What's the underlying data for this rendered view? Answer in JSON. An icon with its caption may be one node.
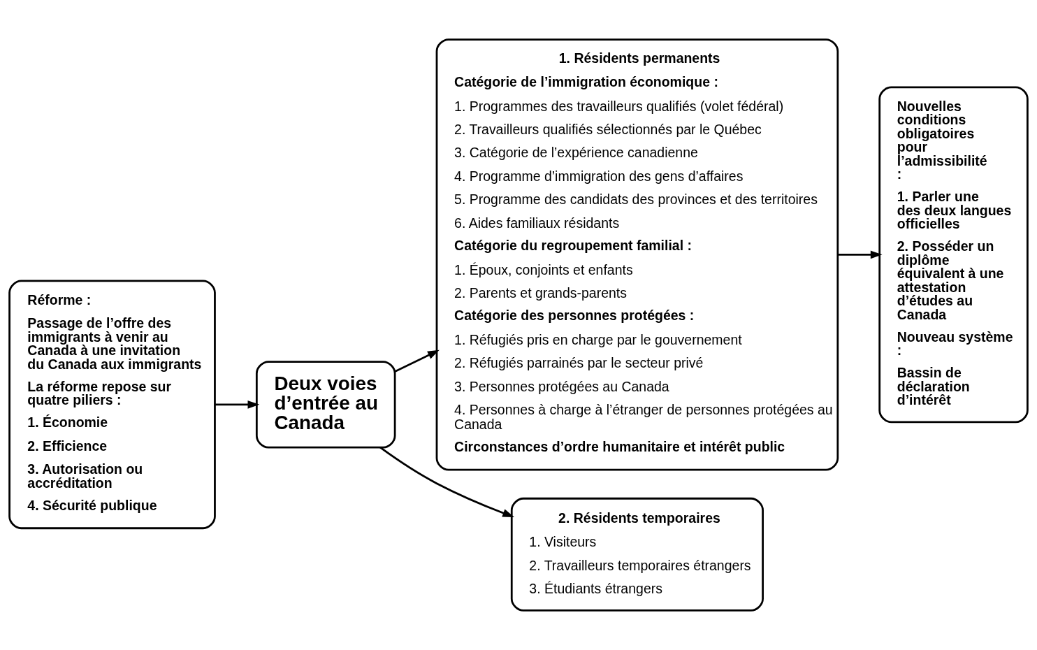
{
  "diagram": {
    "nodes": [
      {
        "text": [
          "Réforme :",
          "Passage de l’offre des immigrants à venir au Canada à une invitation du Canada aux immigrants",
          "La réforme repose sur quatre piliers :",
          "1. Économie",
          "2. Efficience",
          "3. Autorisation ou accréditation",
          "4. Sécurité publique"
        ]
      },
      {
        "text": [
          "Deux voies d’entrée au Canada"
        ]
      },
      {
        "text": [
          "1. Résidents permanents",
          "Catégorie de l’immigration économique :",
          "1. Programmes des travailleurs qualifiés (volet fédéral)",
          "2. Travailleurs qualifiés sélectionnés par le Québec",
          "3. Catégorie de l’expérience canadienne",
          "4. Programme d’immigration des gens d’affaires",
          "5. Programme des candidats des provinces et des territoires",
          "6. Aides familiaux résidants",
          "Catégorie du regroupement familial :",
          "1. Époux, conjoints et enfants",
          "2. Parents et grands-parents",
          "Catégorie des personnes protégées :",
          "1. Réfugiés pris en charge par le gouvernement",
          "2. Réfugiés parrainés par le secteur privé",
          "3. Personnes protégées au Canada",
          "4. Personnes à charge à l’étranger de personnes protégées au Canada",
          "Circonstances d’ordre humanitaire et intérêt public"
        ]
      },
      {
        "text": [
          "2. Résidents temporaires",
          "1. Visiteurs",
          "2. Travailleurs temporaires étrangers",
          "3. Étudiants étrangers"
        ]
      },
      {
        "text": [
          "Nouvelles conditions obligatoires pour l’admissibilité :",
          "1. Parler une des deux langues officielles",
          "2. Posséder un diplôme équivalent à une attestation d’études au Canada",
          "Nouveau système :",
          "Bassin de déclaration d’intérêt"
        ]
      }
    ],
    "edges": [
      {
        "from": 0,
        "to": 1,
        "arrow": "to"
      },
      {
        "from": 1,
        "to": 2,
        "arrow": "to"
      },
      {
        "from": 1,
        "to": 3,
        "arrow": "to"
      },
      {
        "from": 2,
        "to": 4,
        "arrow": "to"
      }
    ]
  }
}
